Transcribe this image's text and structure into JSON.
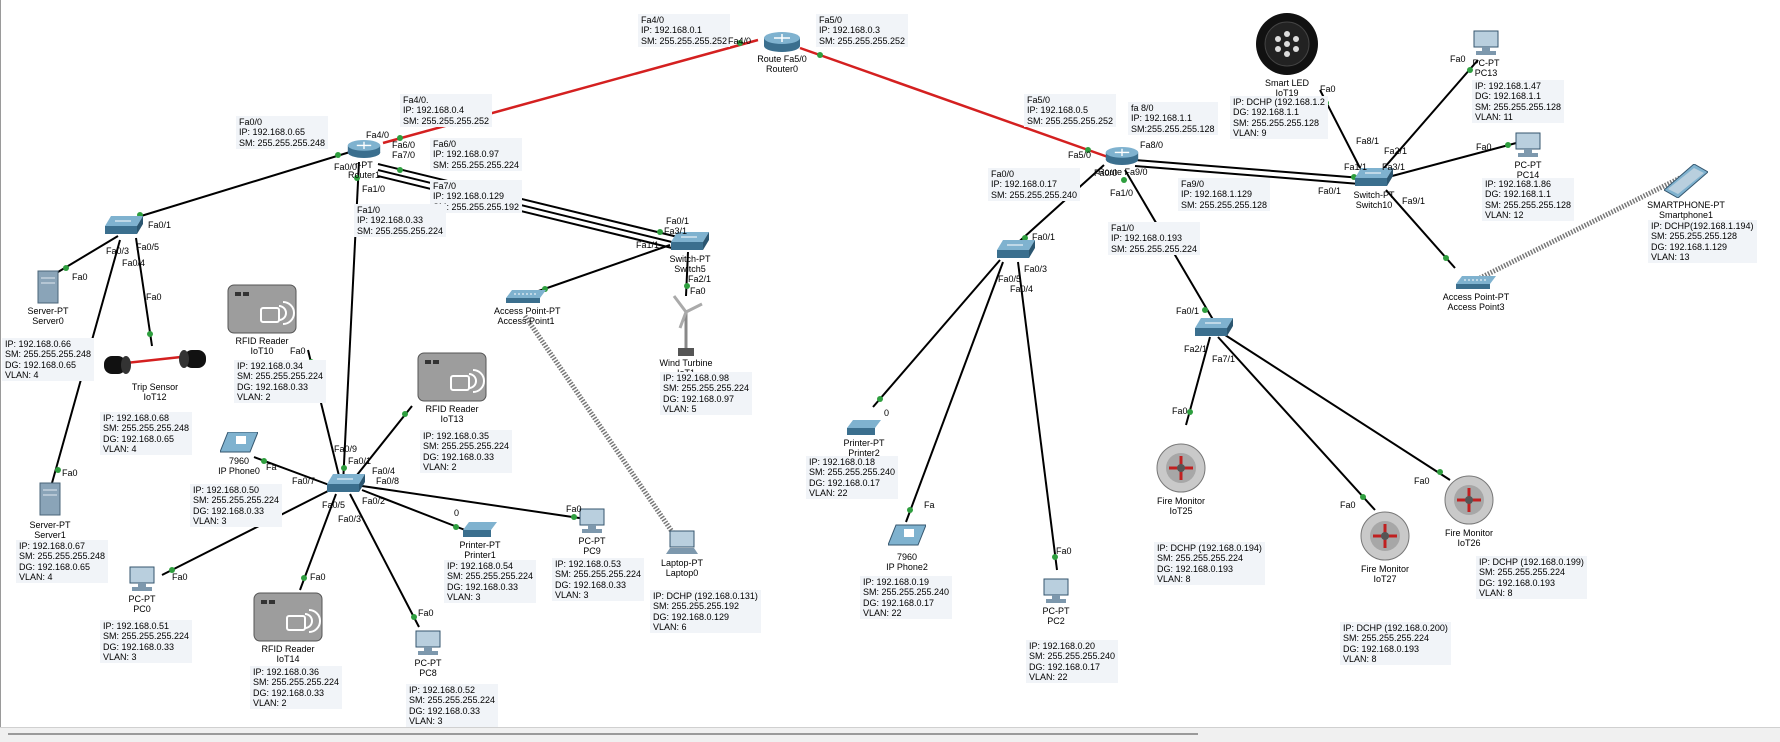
{
  "devices": {
    "router0": {
      "type": "Router-PT",
      "name": "Router0",
      "label": "Route Fa5/0"
    },
    "router1": {
      "type": "Router-PT",
      "name": "Router1",
      "label": "r-PT"
    },
    "router2": {
      "type": "Router-PT",
      "name": "",
      "label": "Route Fa9/0"
    },
    "switch5": {
      "type": "Switch-PT",
      "name": "Switch5"
    },
    "switch10": {
      "type": "Switch-PT",
      "name": "Switch10"
    },
    "switch_left": {
      "type": "2960",
      "name": ""
    },
    "switch_bottom": {
      "type": "",
      "name": ""
    },
    "switch_mid": {
      "type": "2960",
      "name": ""
    },
    "switch_fire": {
      "type": "",
      "name": ""
    },
    "server0": {
      "type": "Server-PT",
      "name": "Server0"
    },
    "server1": {
      "type": "Server-PT",
      "name": "Server1"
    },
    "trip": {
      "type": "Trip Sensor",
      "name": "IoT12"
    },
    "rfid10": {
      "type": "RFID Reader",
      "name": "IoT10"
    },
    "rfid13": {
      "type": "RFID Reader",
      "name": "IoT13"
    },
    "rfid14": {
      "type": "RFID Reader",
      "name": "IoT14"
    },
    "phone0": {
      "type": "7960",
      "name": "IP Phone0"
    },
    "pc0": {
      "type": "PC-PT",
      "name": "PC0"
    },
    "pc8": {
      "type": "PC-PT",
      "name": "PC8"
    },
    "pc9": {
      "type": "PC-PT",
      "name": "PC9"
    },
    "printer1": {
      "type": "Printer-PT",
      "name": "Printer1"
    },
    "ap1": {
      "type": "Access Point-PT",
      "name": "Access Point1"
    },
    "laptop0": {
      "type": "Laptop-PT",
      "name": "Laptop0"
    },
    "wind": {
      "type": "Wind Turbine",
      "name": "IoT1"
    },
    "printer2": {
      "type": "Printer-PT",
      "name": "Printer2"
    },
    "phone2": {
      "type": "7960",
      "name": "IP Phone2"
    },
    "pc2": {
      "type": "PC-PT",
      "name": "PC2"
    },
    "fire25": {
      "type": "Fire Monitor",
      "name": "IoT25"
    },
    "fire27": {
      "type": "Fire Monitor",
      "name": "IoT27"
    },
    "fire26": {
      "type": "Fire Monitor",
      "name": "IoT26"
    },
    "led": {
      "type": "Smart LED",
      "name": "IoT19"
    },
    "pc13": {
      "type": "PC-PT",
      "name": "PC13"
    },
    "pc14": {
      "type": "PC-PT",
      "name": "PC14"
    },
    "ap3": {
      "type": "Access Point-PT",
      "name": "Access Point3"
    },
    "phone_smart": {
      "type": "SMARTPHONE-PT",
      "name": "Smartphone1"
    }
  },
  "notes": {
    "r0_fa40": [
      "Fa4/0",
      "IP: 192.168.0.1",
      "SM: 255.255.255.252"
    ],
    "r0_fa50": [
      "Fa5/0",
      "IP: 192.168.0.3",
      "SM: 255.255.255.252"
    ],
    "r1_fa40": [
      "Fa4/0.",
      "IP: 192.168.0.4",
      "SM: 255.255.255.252"
    ],
    "r1_fa00": [
      "Fa0/0",
      "IP: 192.168.0.65",
      "SM: 255.255.255.248"
    ],
    "r1_fa60": [
      "Fa6/0",
      "IP: 192.168.0.97",
      "SM: 255.255.255.224"
    ],
    "r1_fa70": [
      "Fa7/0",
      "IP: 192.168.0.129",
      "SM: 255.255.255.192"
    ],
    "r1_fa10": [
      "Fa1/0",
      "IP: 192.168.0.33",
      "SM: 255.255.255.224"
    ],
    "server0": [
      "IP: 192.168.0.66",
      "SM: 255.255.255.248",
      "DG: 192.168.0.65",
      "VLAN: 4"
    ],
    "server1": [
      "IP: 192.168.0.67",
      "SM: 255.255.255.248",
      "DG: 192.168.0.65",
      "VLAN: 4"
    ],
    "trip": [
      "IP: 192.168.0.68",
      "SM: 255.255.255.248",
      "DG: 192.168.0.65",
      "VLAN: 4"
    ],
    "rfid10": [
      "IP: 192.168.0.34",
      "SM: 255.255.255.224",
      "DG: 192.168.0.33",
      "VLAN: 2"
    ],
    "rfid13": [
      "IP: 192.168.0.35",
      "SM: 255.255.255.224",
      "DG: 192.168.0.33",
      "VLAN: 2"
    ],
    "phone0": [
      "IP: 192.168.0.50",
      "SM: 255.255.255.224",
      "DG: 192.168.0.33",
      "VLAN: 3"
    ],
    "pc0": [
      "IP: 192.168.0.51",
      "SM: 255.255.255.224",
      "DG: 192.168.0.33",
      "VLAN: 3"
    ],
    "rfid14": [
      "IP: 192.168.0.36",
      "SM: 255.255.255.224",
      "DG: 192.168.0.33",
      "VLAN: 2"
    ],
    "pc8": [
      "IP: 192.168.0.52",
      "SM: 255.255.255.224",
      "DG: 192.168.0.33",
      "VLAN: 3"
    ],
    "printer1": [
      "IP: 192.168.0.54",
      "SM: 255.255.255.224",
      "DG: 192.168.0.33",
      "VLAN: 3"
    ],
    "pc9": [
      "IP: 192.168.0.53",
      "SM: 255.255.255.224",
      "DG: 192.168.0.33",
      "VLAN: 3"
    ],
    "wind": [
      "IP: 192.168.0.98",
      "SM: 255.255.255.224",
      "DG: 192.168.0.97",
      "VLAN: 5"
    ],
    "laptop0": [
      "IP: DCHP (192.168.0.131)",
      "SM: 255.255.255.192",
      "DG: 192.168.0.129",
      "VLAN: 6"
    ],
    "r2_fa50": [
      "Fa5/0",
      "IP: 192.168.0.5",
      "SM: 255.255.255.252"
    ],
    "r2_fa80": [
      "fa 8/0",
      "IP: 192.168.1.1",
      "SM:255.255.255.128"
    ],
    "r2_fa00": [
      "Fa0/0",
      "IP: 192.168.0.17",
      "SM: 255.255.255.240"
    ],
    "r2_fa90": [
      "Fa9/0",
      "IP: 192.168.1.129",
      "SM: 255.255.255.128"
    ],
    "r2_fa10": [
      "Fa1/0",
      "IP: 192.168.0.193",
      "SM: 255.255.255.224"
    ],
    "printer2": [
      "IP: 192.168.0.18",
      "SM: 255.255.255.240",
      "DG: 192.168.0.17",
      "VLAN: 22"
    ],
    "phone2": [
      "IP: 192.168.0.19",
      "SM: 255.255.255.240",
      "DG: 192.168.0.17",
      "VLAN: 22"
    ],
    "pc2": [
      "IP: 192.168.0.20",
      "SM: 255.255.255.240",
      "DG: 192.168.0.17",
      "VLAN: 22"
    ],
    "fire25": [
      "IP: DCHP (192.168.0.194)",
      "SM: 255.255.255.224",
      "DG: 192.168.0.193",
      "VLAN: 8"
    ],
    "fire27": [
      "IP: DCHP (192.168.0.200)",
      "SM: 255.255.255.224",
      "DG: 192.168.0.193",
      "VLAN: 8"
    ],
    "fire26": [
      "IP: DCHP (192.168.0.199)",
      "SM: 255.255.255.224",
      "DG: 192.168.0.193",
      "VLAN: 8"
    ],
    "led": [
      "IP: DCHP (192.168.1.2",
      "DG: 192.168.1.1",
      "SM: 255.255.255.128",
      "VLAN: 9"
    ],
    "pc13": [
      "IP: 192.168.1.47",
      "DG: 192.168.1.1",
      "SM: 255.255.255.128",
      "VLAN: 11"
    ],
    "pc14": [
      "IP: 192.168.1.86",
      "DG: 192.168.1.1",
      "SM: 255.255.255.128",
      "VLAN: 12"
    ],
    "smart": [
      "IP: DCHP(192.168.1.194)",
      "SM: 255.255.255.128",
      "DG: 192.168.1.129",
      "VLAN: 13"
    ]
  },
  "ports": {
    "r0_left": "Fa4/0",
    "r1_fa40": "Fa4/0",
    "r1_fa60": "Fa6/0",
    "r1_fa70": "Fa7/0",
    "r1_fa00": "Fa0/0",
    "r1_fa10": "Fa1/0",
    "swl_fa01": "Fa0/1",
    "swl_fa03": "Fa0/3",
    "swl_fa05": "Fa0/5",
    "swl_fa04": "Fa0/4",
    "srv0_fa0": "Fa0",
    "srv1_fa0": "Fa0",
    "trip_fa0": "Fa0",
    "sw5_fa01": "Fa0/1",
    "sw5_fa31": "Fa3/1",
    "sw5_fa11": "Fa1/1",
    "sw5_fa21": "Fa2/1",
    "wind_fa0": "Fa0",
    "rfid10_fa0": "Fa0",
    "swb_fa09": "Fa0/9",
    "swb_fa01": "Fa0/1",
    "swb_fa04": "Fa0/4",
    "swb_fa8": "Fa0/8",
    "swb_fa07": "Fa0/7",
    "swb_fa05": "Fa0/5",
    "swb_fa03": "Fa0/3",
    "swb_fa02": "Fa0/2",
    "phone0_fa": "Fa",
    "pc0_fa0": "Fa0",
    "rfid14_fa0": "Fa0",
    "pc8_fa0": "Fa0",
    "printer1_0": "0",
    "pc9_fa0": "Fa0",
    "r2_fa50": "Fa5/0",
    "r2_fa80": "Fa8/0",
    "r2_fa00": "Fa0/0",
    "r2_fa10": "Fa1/0",
    "swm_fa01": "Fa0/1",
    "swm_fa03": "Fa0/3",
    "swm_fa05": "Fa0/5",
    "swm_fa04": "Fa0/4",
    "printer2_0": "0",
    "phone2_fa": "Fa",
    "pc2_fa0": "Fa0",
    "swf_fa01": "Fa0/1",
    "swf_fa21": "Fa2/1",
    "swf_fa71": "Fa7/1",
    "fire25_fa0": "Fa0",
    "fire27_fa0": "Fa0",
    "fire26_fa0": "Fa0",
    "led_fa0": "Fa0",
    "sw10_fa81": "Fa8/1",
    "sw10_fa21": "Fa2/1",
    "sw10_fa11": "Fa1/1",
    "sw10_fa31": "Fa3/1",
    "sw10_fa01": "Fa0/1",
    "sw10_fa91": "Fa9/1",
    "pc13_fa0": "Fa0",
    "pc14_fa0": "Fa0"
  },
  "colors": {
    "serial_link": "#d42020",
    "copper_link": "#000000",
    "wireless_link": "#777777",
    "link_endpoint": "#2e9e3e",
    "note_bg": "#f1f4f8"
  }
}
